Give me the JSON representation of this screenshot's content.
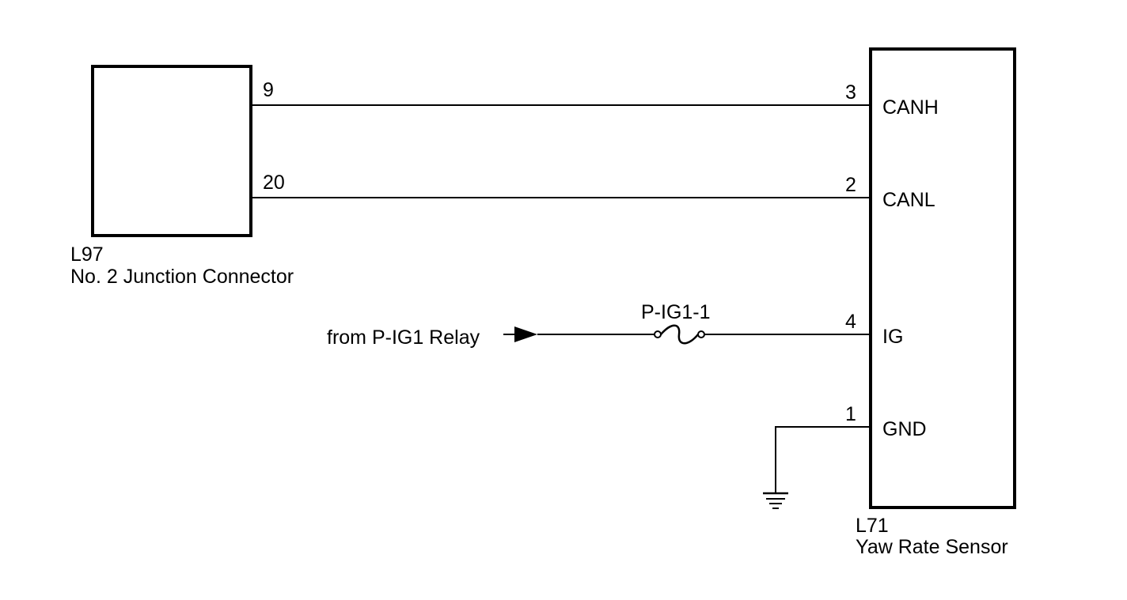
{
  "junction_connector": {
    "code": "L97",
    "name": "No. 2 Junction Connector",
    "pins": {
      "canh": "9",
      "canl": "20"
    }
  },
  "yaw_rate_sensor": {
    "code": "L71",
    "name": "Yaw Rate Sensor",
    "pins": [
      {
        "number": "3",
        "signal": "CANH"
      },
      {
        "number": "2",
        "signal": "CANL"
      },
      {
        "number": "4",
        "signal": "IG"
      },
      {
        "number": "1",
        "signal": "GND"
      }
    ]
  },
  "power_source": {
    "label": "from P-IG1 Relay"
  },
  "fuse": {
    "label": "P-IG1-1"
  },
  "colors": {
    "line": "#000000",
    "background": "#ffffff"
  }
}
